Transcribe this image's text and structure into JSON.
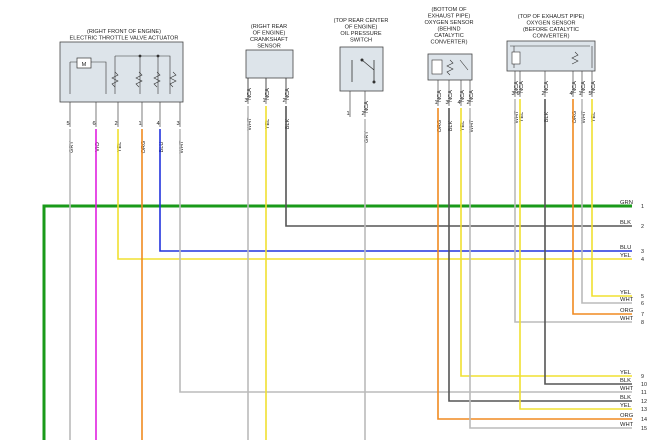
{
  "components": [
    {
      "id": "throttle",
      "lines": [
        "(RIGHT FRONT OF ENGINE)",
        "ELECTRIC THROTTLE VALVE ACTUATOR"
      ],
      "motor_label": "M",
      "pins": [
        {
          "color_code": "GRY",
          "pin": "5"
        },
        {
          "color_code": "VIO",
          "pin": "6"
        },
        {
          "color_code": "YEL",
          "pin": "2"
        },
        {
          "color_code": "ORG",
          "pin": "1"
        },
        {
          "color_code": "BLU",
          "pin": "4"
        },
        {
          "color_code": "WHT",
          "pin": "3"
        }
      ]
    },
    {
      "id": "crank",
      "lines": [
        "(RIGHT REAR",
        "OF ENGINE)",
        "CRANKSHAFT",
        "SENSOR"
      ],
      "pins": [
        {
          "color_code": "WHT",
          "pin": "3",
          "nca": "NCA"
        },
        {
          "color_code": "YEL",
          "pin": "1",
          "nca": "NCA"
        },
        {
          "color_code": "BLK",
          "pin": "2",
          "nca": "NCA"
        }
      ]
    },
    {
      "id": "oil",
      "lines": [
        "(TOP REAR CENTER",
        "OF ENGINE)",
        "OIL PRESSURE",
        "SWITCH"
      ],
      "pins": [
        {
          "color_code": "",
          "pin": "1"
        },
        {
          "color_code": "GRY",
          "pin": "2",
          "nca": "NCA"
        }
      ]
    },
    {
      "id": "o2after",
      "lines": [
        "(BOTTOM OF",
        "EXHAUST PIPE)",
        "OXYGEN SENSOR",
        "(BEHIND",
        "CATALYTIC",
        "CONVERTER)"
      ],
      "pins": [
        {
          "color_code": "ORG",
          "pin": "1",
          "nca": "NCA"
        },
        {
          "color_code": "BLK",
          "pin": "3",
          "nca": "NCA"
        },
        {
          "color_code": "YEL",
          "pin": "4",
          "nca": "NCA"
        },
        {
          "color_code": "WHT",
          "pin": "2",
          "nca": "NCA"
        }
      ]
    },
    {
      "id": "o2before",
      "lines": [
        "(TOP OF EXHAUST PIPE)",
        "OXYGEN SENSOR",
        "(BEFORE CATALYTIC",
        "CONVERTER)"
      ],
      "pins": [
        {
          "color_code": "WHT",
          "pin": "3",
          "nca": "NCA"
        },
        {
          "color_code": "YEL",
          "pin": "6",
          "nca": "NCA"
        },
        {
          "color_code": "BLK",
          "pin": "2",
          "nca": "NCA"
        },
        {
          "color_code": "ORG",
          "pin": "4",
          "nca": "NCA"
        },
        {
          "color_code": "WHT",
          "pin": "1",
          "nca": "NCA"
        },
        {
          "color_code": "YEL",
          "pin": "5",
          "nca": "NCA"
        }
      ]
    }
  ],
  "bus": [
    {
      "n": "1",
      "label": "GRN",
      "color": "#1a9a1a"
    },
    {
      "n": "2",
      "label": "BLK",
      "color": "#555555"
    },
    {
      "n": "3",
      "label": "BLU",
      "color": "#2233dd"
    },
    {
      "n": "4",
      "label": "YEL",
      "color": "#f0e030"
    },
    {
      "n": "5",
      "label": "YEL",
      "color": "#f0e030"
    },
    {
      "n": "6",
      "label": "WHT",
      "color": "#bbbbbb"
    },
    {
      "n": "7",
      "label": "ORG",
      "color": "#f08a20"
    },
    {
      "n": "8",
      "label": "WHT",
      "color": "#bbbbbb"
    },
    {
      "n": "9",
      "label": "YEL",
      "color": "#f0e030"
    },
    {
      "n": "10",
      "label": "BLK",
      "color": "#555555"
    },
    {
      "n": "11",
      "label": "WHT",
      "color": "#bbbbbb"
    },
    {
      "n": "12",
      "label": "BLK",
      "color": "#555555"
    },
    {
      "n": "13",
      "label": "YEL",
      "color": "#f0e030"
    },
    {
      "n": "14",
      "label": "ORG",
      "color": "#f08a20"
    },
    {
      "n": "15",
      "label": "WHT",
      "color": "#bbbbbb"
    }
  ],
  "wire_colors": {
    "GRY": "#bbbbbb",
    "VIO": "#e020e0",
    "YEL": "#f0e030",
    "ORG": "#f08a20",
    "BLU": "#2233dd",
    "WHT": "#bbbbbb",
    "BLK": "#555555",
    "GRN": "#1a9a1a"
  }
}
